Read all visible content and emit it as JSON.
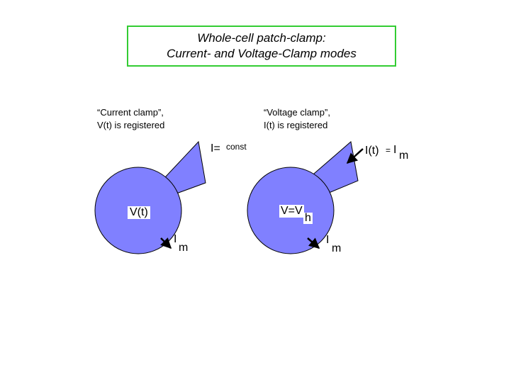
{
  "title": {
    "line1": "Whole-cell patch-clamp:",
    "line2": "Current- and Voltage-Clamp modes"
  },
  "current_clamp": {
    "caption_line1": "“Current clamp”,",
    "caption_line2": "V(t) is registered",
    "cell_label": "V(t)",
    "pipette_label_I": "I=",
    "pipette_label_const": "const",
    "im_I": "I",
    "im_sub": "m"
  },
  "voltage_clamp": {
    "caption_line1": "“Voltage clamp”,",
    "caption_line2": "I(t) is registered",
    "cell_label_main": "V=V",
    "cell_label_sub": "h",
    "pipette_label_It": "I(t)",
    "pipette_label_eq": "=",
    "pipette_label_I": "I",
    "pipette_label_sub": "m",
    "im_I": "I",
    "im_sub": "m"
  },
  "colors": {
    "cell_fill": "#8080ff",
    "outline": "#000000",
    "title_border": "#33cc33"
  }
}
